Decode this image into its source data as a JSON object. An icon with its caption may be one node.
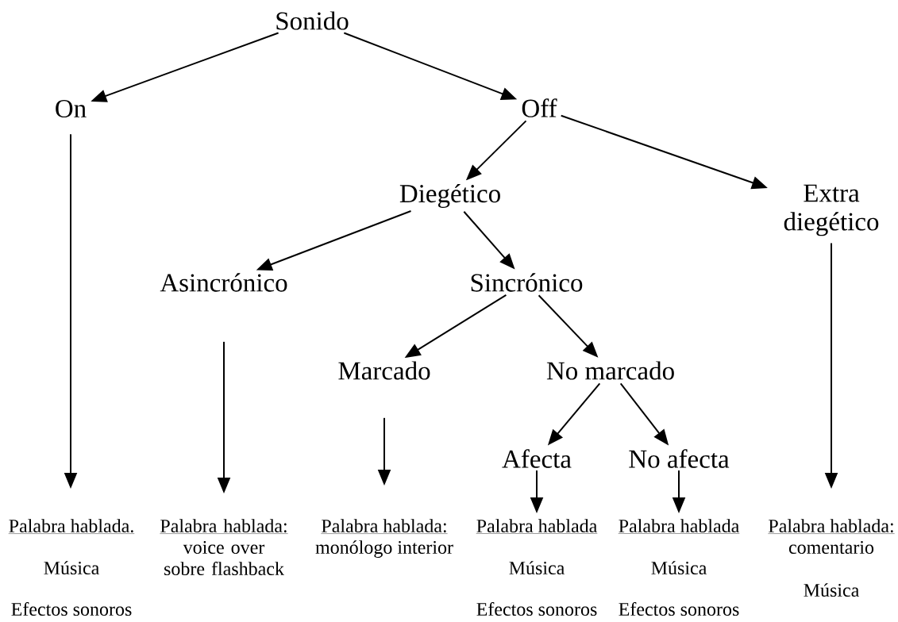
{
  "diagram": {
    "nodes": [
      {
        "text": [
          "Sonido"
        ]
      },
      {
        "text": [
          "On"
        ]
      },
      {
        "text": [
          "Off"
        ]
      },
      {
        "text": [
          "Diegético"
        ]
      },
      {
        "text": [
          "Extra diegético"
        ]
      },
      {
        "text": [
          "Asincrónico"
        ]
      },
      {
        "text": [
          "Sincrónico"
        ]
      },
      {
        "text": [
          "Marcado"
        ]
      },
      {
        "text": [
          "No marcado"
        ]
      },
      {
        "text": [
          "Afecta"
        ]
      },
      {
        "text": [
          "No afecta"
        ]
      },
      {
        "text": [
          "Palabra hablada.",
          "Música",
          "Efectos sonoros"
        ]
      },
      {
        "text": [
          "Palabra hablada:",
          "voice over sobre flashback"
        ]
      },
      {
        "text": [
          "Palabra hablada:",
          "monólogo interior"
        ]
      },
      {
        "text": [
          "Palabra hablada",
          "Música",
          "Efectos sonoros"
        ]
      },
      {
        "text": [
          "Palabra hablada",
          "Música",
          "Efectos sonoros"
        ]
      },
      {
        "text": [
          "Palabra hablada:",
          "comentario",
          "Música"
        ]
      }
    ],
    "edges": [
      {
        "from": 0,
        "to": 1,
        "arrow": "to"
      },
      {
        "from": 0,
        "to": 2,
        "arrow": "to"
      },
      {
        "from": 2,
        "to": 3,
        "arrow": "to"
      },
      {
        "from": 2,
        "to": 4,
        "arrow": "to"
      },
      {
        "from": 3,
        "to": 5,
        "arrow": "to"
      },
      {
        "from": 3,
        "to": 6,
        "arrow": "to"
      },
      {
        "from": 6,
        "to": 7,
        "arrow": "to"
      },
      {
        "from": 6,
        "to": 8,
        "arrow": "to"
      },
      {
        "from": 8,
        "to": 9,
        "arrow": "to"
      },
      {
        "from": 8,
        "to": 10,
        "arrow": "to"
      },
      {
        "from": 1,
        "to": 11,
        "arrow": "to"
      },
      {
        "from": 5,
        "to": 12,
        "arrow": "to"
      },
      {
        "from": 7,
        "to": 13,
        "arrow": "to"
      },
      {
        "from": 9,
        "to": 14,
        "arrow": "to"
      },
      {
        "from": 10,
        "to": 15,
        "arrow": "to"
      },
      {
        "from": 4,
        "to": 16,
        "arrow": "to"
      }
    ]
  }
}
